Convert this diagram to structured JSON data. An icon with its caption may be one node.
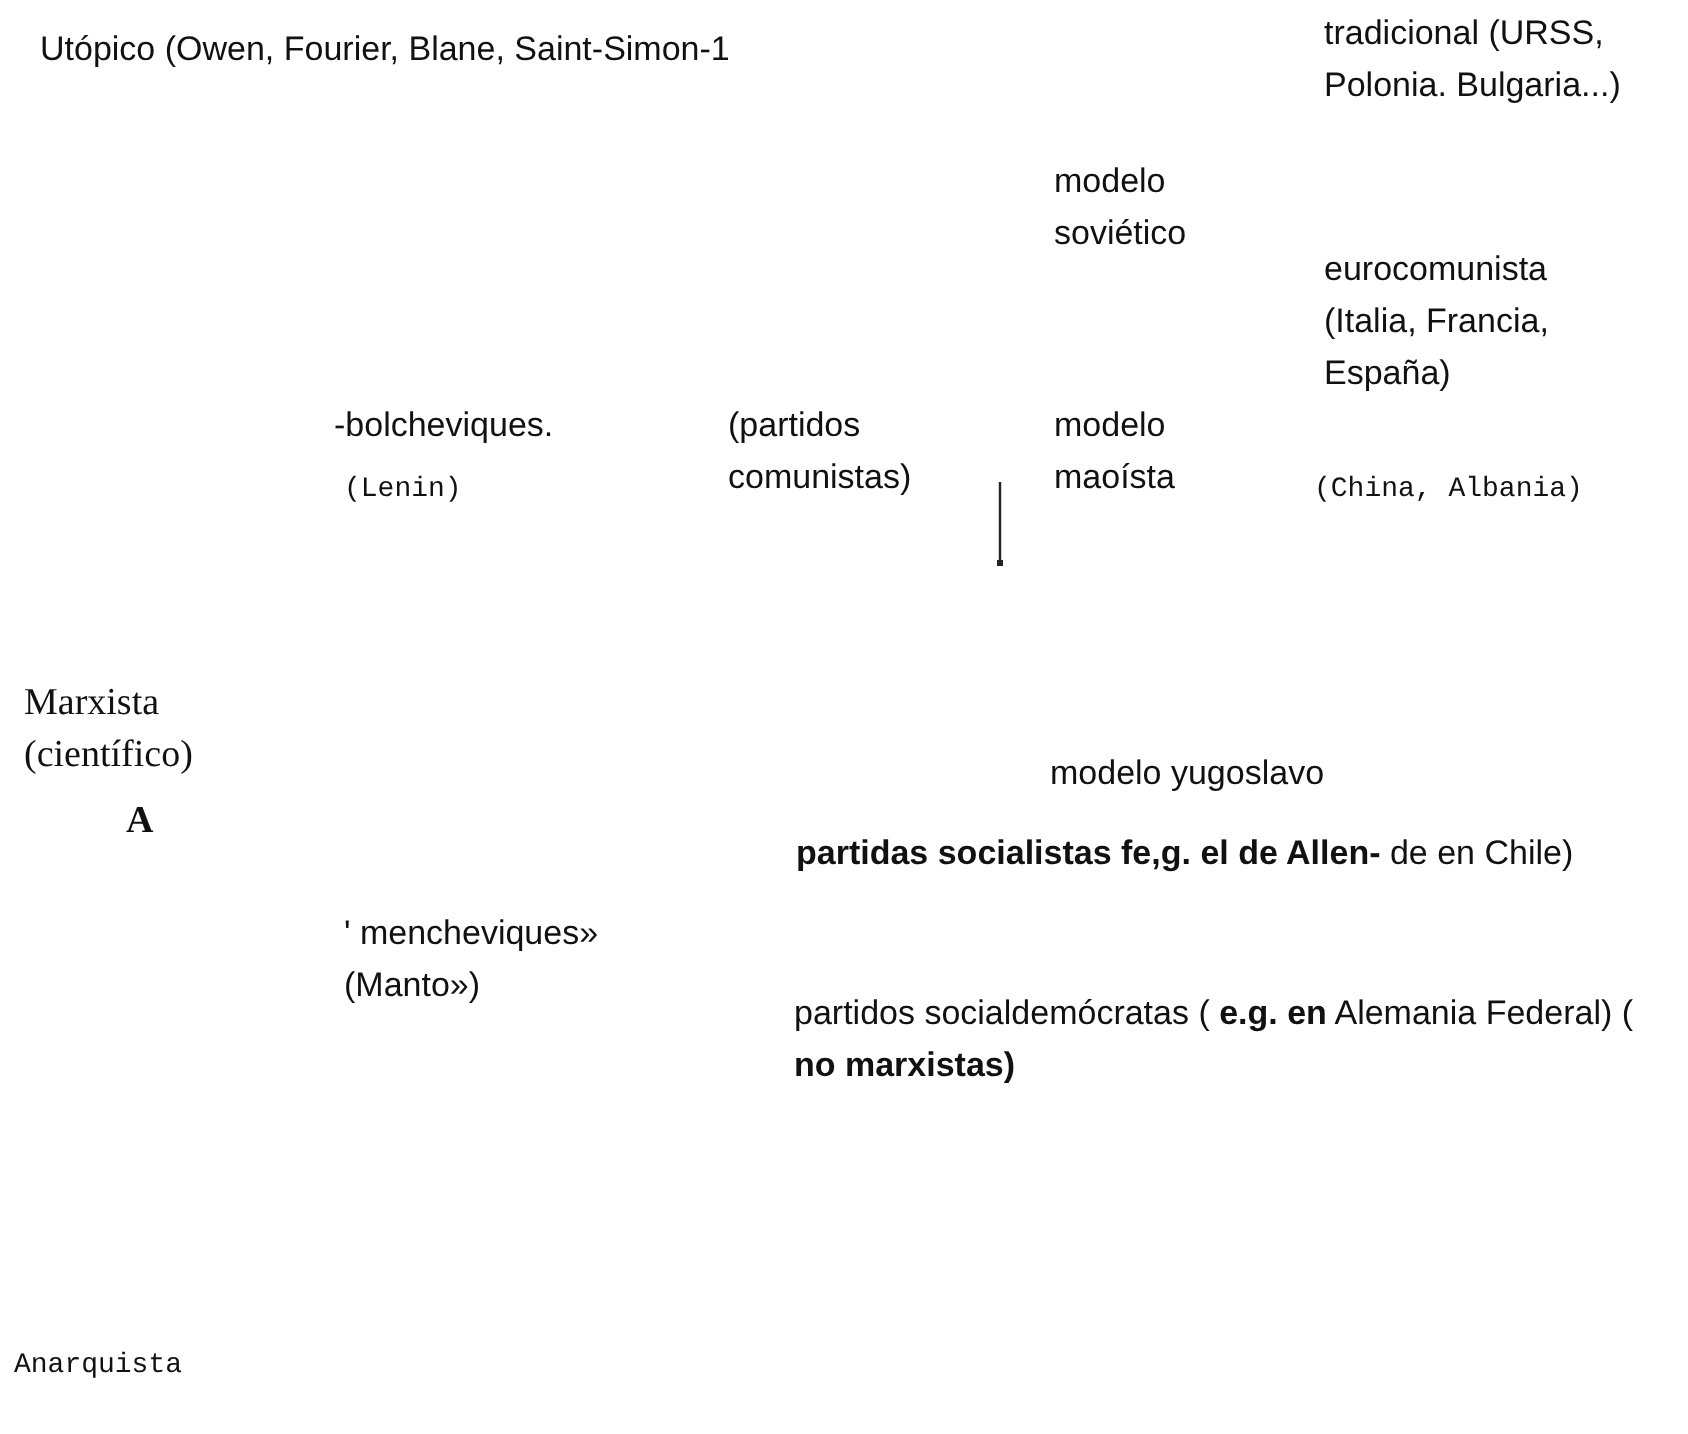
{
  "diagram": {
    "labels": [
      "Utópico (Owen, Fourier, Blane, Saint-Simon-1",
      "tradicional (URSS, Polonia. Bulgaria...)",
      "modelo soviético",
      "eurocomunista (Italia, Francia, España)",
      "-bolcheviques.",
      "(Lenin)",
      "(partidos comunistas)",
      "modelo maoísta",
      "(China, Albania)",
      "Marxista (científico)",
      "A",
      "modelo yugoslavo",
      "**partidas socialistas fe,g. el de Allen-** de en Chile)",
      "' mencheviques»",
      "(Manto»)",
      "partidos socialdemócratas ( **e.g. en** Alemania Federal) ( **no marxistas)**",
      "Anarquista"
    ]
  }
}
